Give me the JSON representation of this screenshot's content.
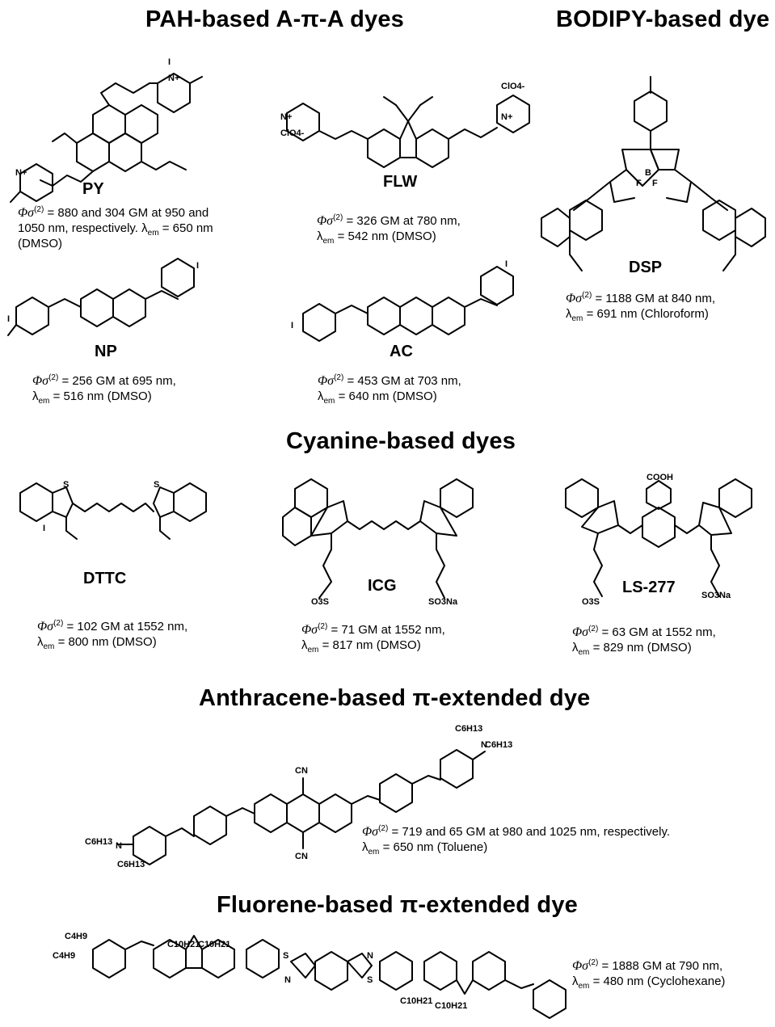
{
  "headings": {
    "pah": "PAH-based A-π-A dyes",
    "bodipy": "BODIPY-based dye",
    "cyanine": "Cyanine-based dyes",
    "anthracene": "Anthracene-based  π-extended dye",
    "fluorene": "Fluorene-based  π-extended dye"
  },
  "dyes": [
    {
      "id": "py",
      "label": "PY",
      "line1": "= 880 and 304 GM at 950 and",
      "line2": "1050 nm, respectively. λ",
      "em2": " = 650 nm",
      "line3": "(DMSO)"
    },
    {
      "id": "flw",
      "label": "FLW",
      "line1": "= 326 GM at 780 nm,",
      "line2": " = 542 nm (DMSO)"
    },
    {
      "id": "dsp",
      "label": "DSP",
      "line1": "= 1188 GM at 840 nm,",
      "line2": " = 691 nm (Chloroform)"
    },
    {
      "id": "np",
      "label": "NP",
      "line1": "= 256 GM at 695 nm,",
      "line2": " = 516 nm (DMSO)"
    },
    {
      "id": "ac",
      "label": "AC",
      "line1": "=  453 GM at 703 nm,",
      "line2": " = 640 nm (DMSO)"
    },
    {
      "id": "dttc",
      "label": "DTTC",
      "line1": "= 102 GM at 1552 nm,",
      "line2": " = 800 nm (DMSO)"
    },
    {
      "id": "icg",
      "label": "ICG",
      "line1": "= 71 GM at 1552 nm,",
      "line2": " = 817 nm (DMSO)"
    },
    {
      "id": "ls",
      "label": "LS-277",
      "line1": "= 63 GM at 1552 nm,",
      "line2": " = 829 nm (DMSO)"
    },
    {
      "id": "anth",
      "label": "",
      "line1": "= 719 and 65 GM at 980 and 1025 nm, respectively.",
      "line2": " = 650 nm (Toluene)"
    },
    {
      "id": "fluo",
      "label": "",
      "line1": "= 1888 GM at 790 nm,",
      "line2": " = 480 nm (Cyclohexane)"
    }
  ],
  "symbols": {
    "phi": "Φσ",
    "sup": "(2)",
    "lambda": "λ",
    "em": "em"
  },
  "atoms": {
    "iodide": "I",
    "n": "N",
    "nplus": "N+",
    "clo4": "ClO4-",
    "s": "S",
    "b": "B",
    "f": "F",
    "cn": "CN",
    "cooh": "COOH",
    "so3": "O3S",
    "so3na": "SO3Na",
    "c6h13": "C6H13",
    "c4h9": "C4H9",
    "c10h21": "C10H21"
  }
}
